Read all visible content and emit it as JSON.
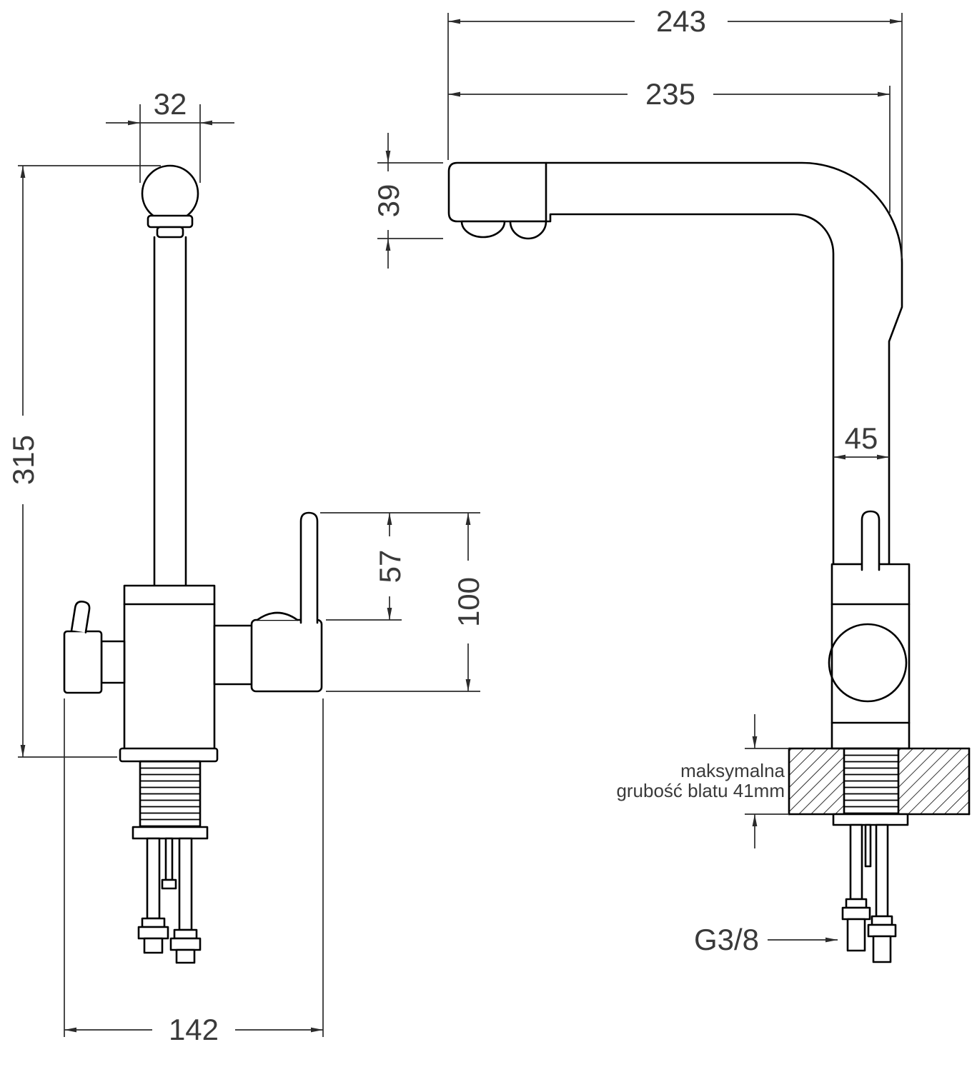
{
  "drawing": {
    "background": "#ffffff",
    "object_line_color": "#000000",
    "dimension_line_color": "#2b2b2b",
    "text_color": "#3a3a3a",
    "subject": "kitchen faucet technical drawing, two projections"
  },
  "front_view": {
    "dims": {
      "spout_head_width": "32",
      "total_height": "315",
      "handle_lever_height": "57",
      "handle_body_height": "100",
      "base_width": "142"
    }
  },
  "side_view": {
    "dims": {
      "total_depth": "243",
      "spout_reach": "235",
      "spout_head_height": "39",
      "column_width": "45"
    },
    "counter_note": {
      "line1": "maksymalna",
      "line2": "grubość blatu 41mm"
    },
    "connection_label": "G3/8"
  }
}
